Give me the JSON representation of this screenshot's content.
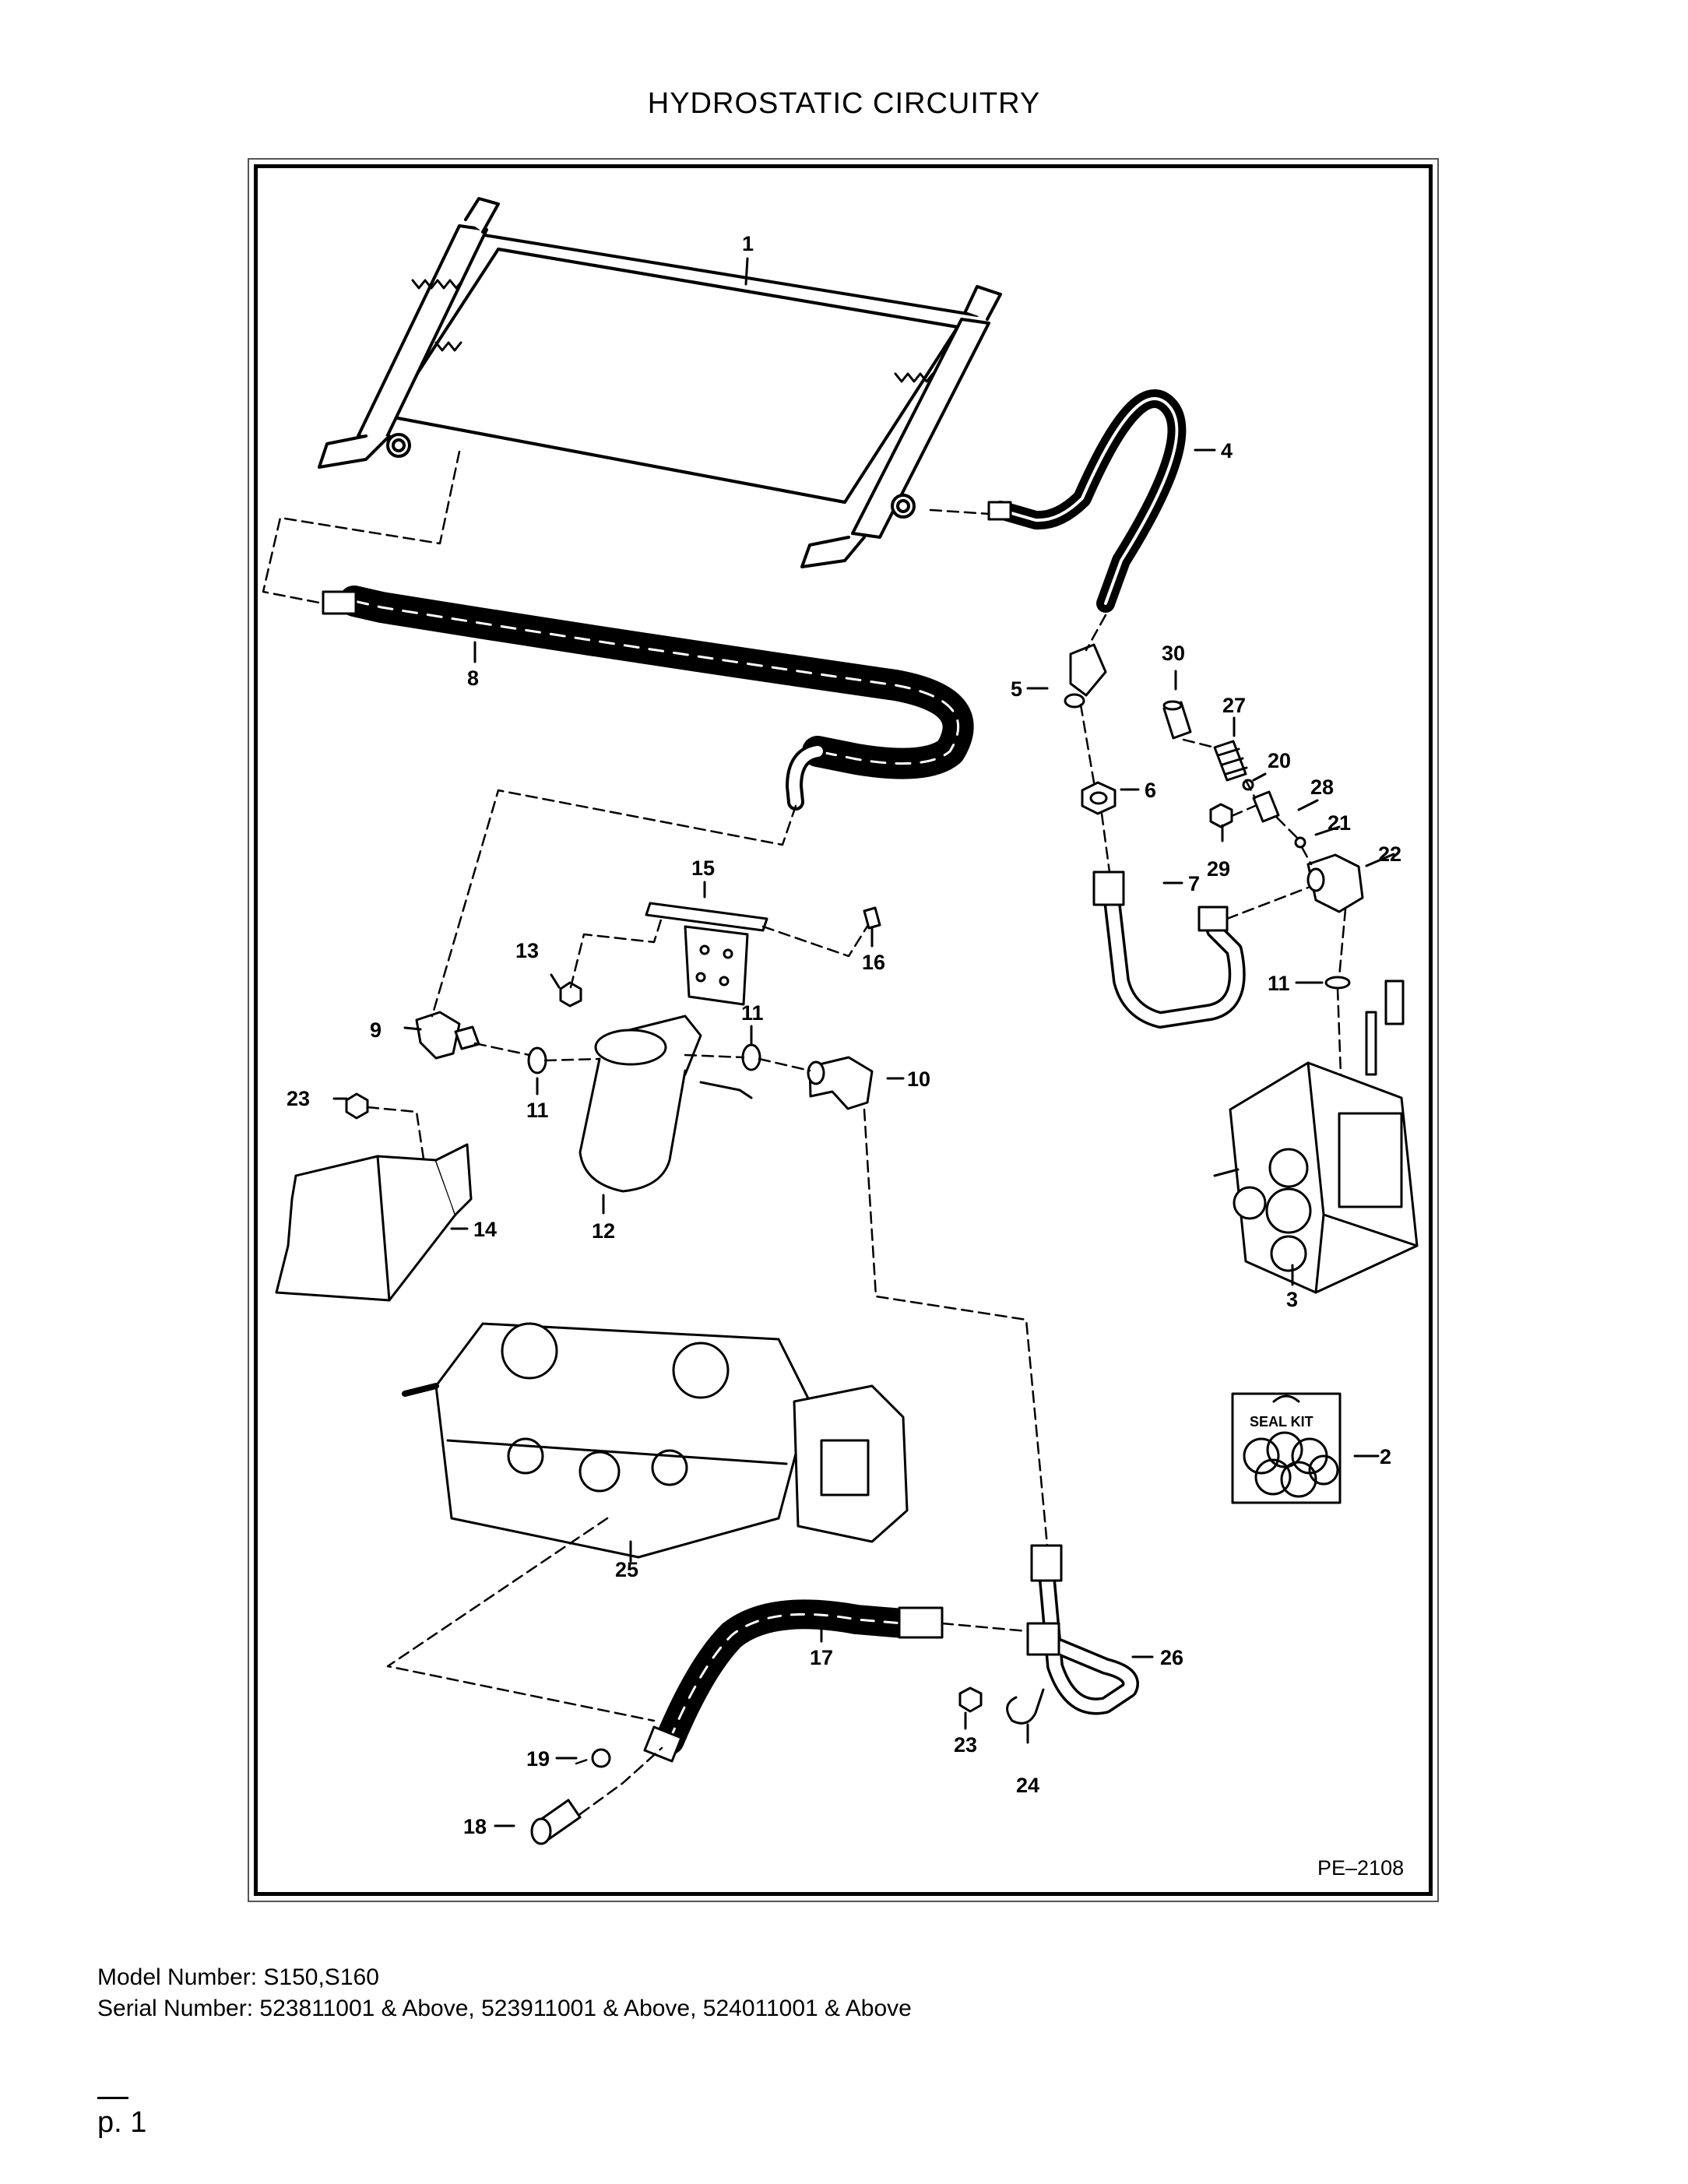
{
  "page": {
    "title": "HYDROSTATIC CIRCUITRY",
    "drawing_id": "PE–2108",
    "model_line": "Model Number: S150,S160",
    "serial_line": "Serial Number: 523811001 & Above, 523911001 & Above, 524011001 & Above",
    "page_number": "p. 1"
  },
  "callouts": {
    "c1": "1",
    "c2": "2",
    "c3": "3",
    "c4": "4",
    "c5": "5",
    "c6": "6",
    "c7": "7",
    "c8": "8",
    "c9": "9",
    "c10": "10",
    "c11a": "11",
    "c11b": "11",
    "c11c": "11",
    "c12": "12",
    "c13": "13",
    "c14": "14",
    "c15": "15",
    "c16": "16",
    "c17": "17",
    "c18": "18",
    "c19": "19",
    "c20": "20",
    "c21": "21",
    "c22": "22",
    "c23a": "23",
    "c23b": "23",
    "c24": "24",
    "c25": "25",
    "c26": "26",
    "c27": "27",
    "c28": "28",
    "c29": "29",
    "c30": "30"
  },
  "seal_kit": {
    "label": "SEAL KIT"
  }
}
